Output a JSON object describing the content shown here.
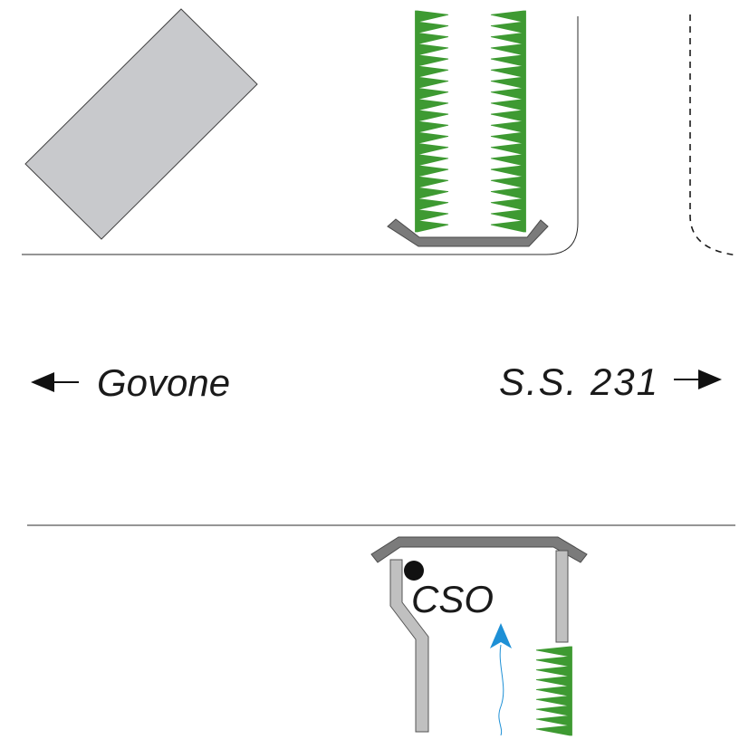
{
  "labels": {
    "left_destination": "Govone",
    "right_destination": "S.S. 231",
    "marker": "CSO"
  },
  "icons": {
    "left_direction": "arrow-left-icon",
    "right_direction": "arrow-right-icon",
    "flow_direction": "flow-arrow-icon",
    "point_marker": "dot-marker-icon"
  },
  "colors": {
    "building": "#c8c9cc",
    "wall_dark": "#7b7b7b",
    "wall_light": "#c0c0c0",
    "hedge": "#3e9a32",
    "flow_arrow": "#1e90d6",
    "line": "#2b2b2b"
  }
}
